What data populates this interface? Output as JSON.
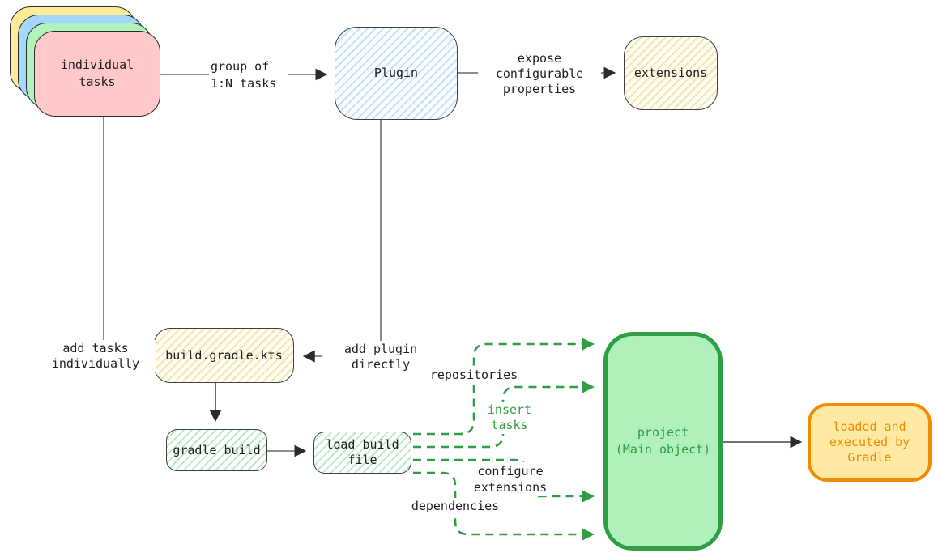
{
  "nodes": {
    "individual_tasks": {
      "label": "individual\ntasks"
    },
    "plugin": {
      "label": "Plugin"
    },
    "extensions": {
      "label": "extensions"
    },
    "build_file": {
      "label": "build.gradle.kts"
    },
    "gradle_build": {
      "label": "gradle build"
    },
    "load_build_file": {
      "label": "load build\nfile"
    },
    "project": {
      "label": "project\n(Main object)"
    },
    "loaded_by_gradle": {
      "label": "loaded and\nexecuted by\nGradle"
    }
  },
  "edge_labels": {
    "group_of_tasks": "group of\n1:N tasks",
    "expose_properties": "expose\nconfigurable\nproperties",
    "add_tasks_individually": "add tasks\nindividually",
    "add_plugin_directly": "add plugin\ndirectly",
    "repositories": "repositories",
    "insert_tasks": "insert\ntasks",
    "configure_extensions": "configure\nextensions",
    "dependencies": "dependencies"
  },
  "colors": {
    "card_yellow": "#ffec99",
    "card_blue": "#a5d8ff",
    "card_green": "#b2f2bb",
    "card_pink": "#ffc9c9",
    "project_fill": "#b0f0bb",
    "project_accent": "#2f9e44",
    "loaded_fill": "#ffe9a3",
    "loaded_accent": "#f08c00",
    "ink": "#1e1e1e",
    "line_gray": "#7d7d7d"
  }
}
